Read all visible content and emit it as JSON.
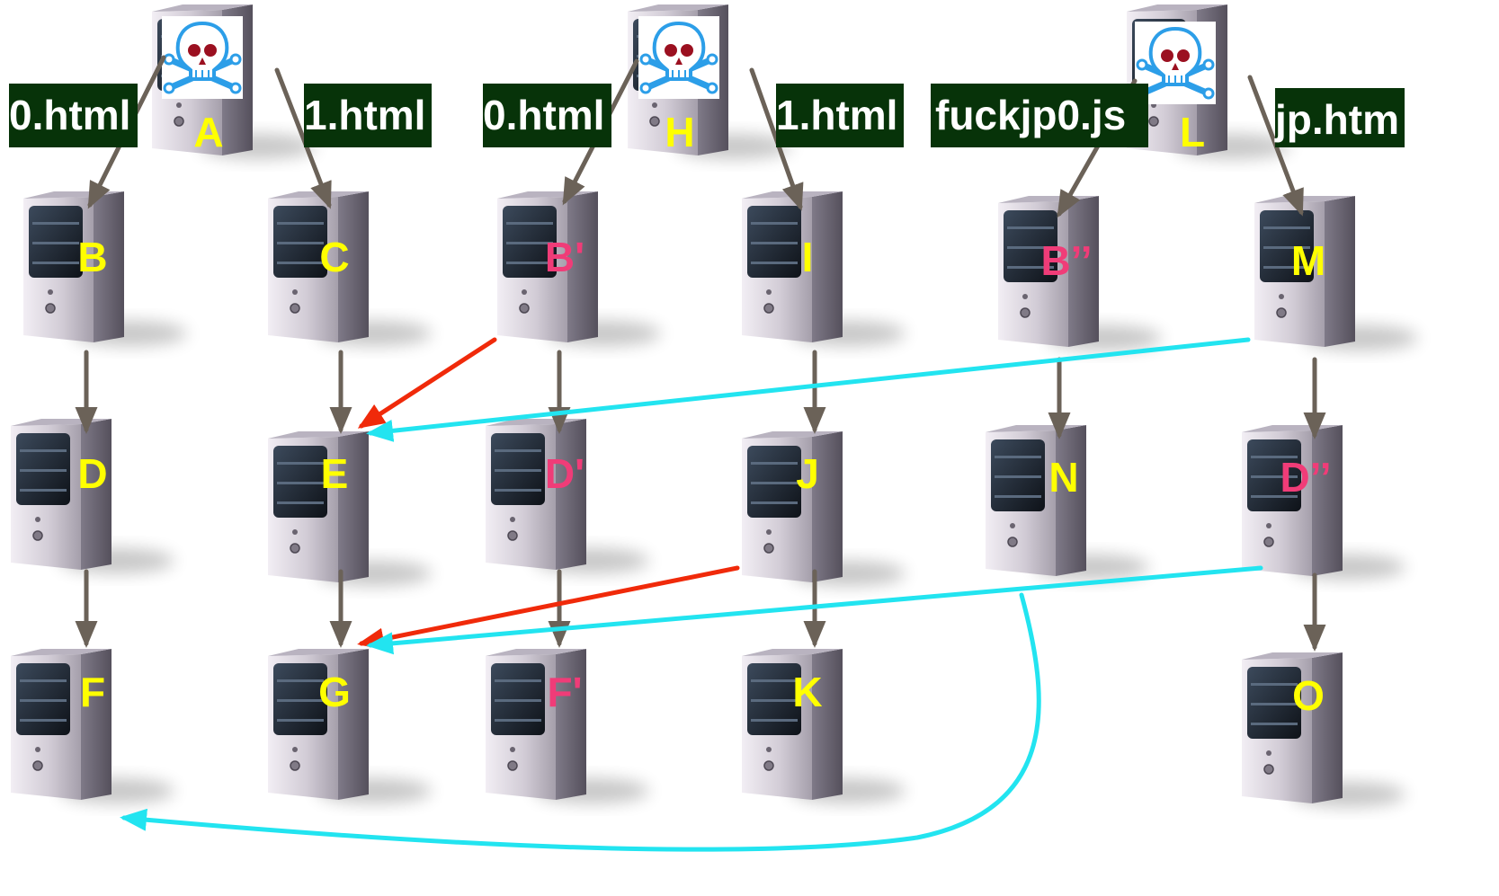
{
  "colors": {
    "label_bg": "#073309",
    "label_text": "#ffffff",
    "node_yellow": "#ffff00",
    "node_pink": "#f03c78",
    "arrow_gray": "#6b6258",
    "arrow_red": "#f02a0a",
    "arrow_cyan": "#22e4f0",
    "skull_blue": "#2c9ee8",
    "skull_red": "#9b1020"
  },
  "icons": {
    "server": "server-icon",
    "attacker": "skull-crossbones-icon"
  },
  "file_labels": [
    {
      "id": "label-0-html-a",
      "text": "0.html"
    },
    {
      "id": "label-1-html-a",
      "text": "1.html"
    },
    {
      "id": "label-0-html-h",
      "text": "0.html"
    },
    {
      "id": "label-1-html-h",
      "text": "1.html"
    },
    {
      "id": "label-fuckjp0-js",
      "text": "fuckjp0.js"
    },
    {
      "id": "label-jp-htm",
      "text": "jp.htm"
    }
  ],
  "nodes": [
    {
      "id": "A",
      "label": "A",
      "role": "attacker",
      "color": "yellow"
    },
    {
      "id": "H",
      "label": "H",
      "role": "attacker",
      "color": "yellow"
    },
    {
      "id": "L",
      "label": "L",
      "role": "attacker",
      "color": "yellow"
    },
    {
      "id": "B",
      "label": "B",
      "role": "server",
      "color": "yellow"
    },
    {
      "id": "C",
      "label": "C",
      "role": "server",
      "color": "yellow"
    },
    {
      "id": "B1",
      "label": "B'",
      "role": "server",
      "color": "pink"
    },
    {
      "id": "I",
      "label": "I",
      "role": "server",
      "color": "yellow"
    },
    {
      "id": "B2",
      "label": "B’’",
      "role": "server",
      "color": "pink"
    },
    {
      "id": "M",
      "label": "M",
      "role": "server",
      "color": "yellow"
    },
    {
      "id": "D",
      "label": "D",
      "role": "server",
      "color": "yellow"
    },
    {
      "id": "E",
      "label": "E",
      "role": "server",
      "color": "yellow"
    },
    {
      "id": "D1",
      "label": "D'",
      "role": "server",
      "color": "pink"
    },
    {
      "id": "J",
      "label": "J",
      "role": "server",
      "color": "yellow"
    },
    {
      "id": "N",
      "label": "N",
      "role": "server",
      "color": "yellow"
    },
    {
      "id": "D2",
      "label": "D’’",
      "role": "server",
      "color": "pink"
    },
    {
      "id": "F",
      "label": "F",
      "role": "server",
      "color": "yellow"
    },
    {
      "id": "G",
      "label": "G",
      "role": "server",
      "color": "yellow"
    },
    {
      "id": "F1",
      "label": "F'",
      "role": "server",
      "color": "pink"
    },
    {
      "id": "K",
      "label": "K",
      "role": "server",
      "color": "yellow"
    },
    {
      "id": "O",
      "label": "O",
      "role": "server",
      "color": "yellow"
    }
  ],
  "edges": [
    {
      "from": "A",
      "to": "B",
      "color": "gray"
    },
    {
      "from": "A",
      "to": "C",
      "color": "gray"
    },
    {
      "from": "H",
      "to": "B1",
      "color": "gray"
    },
    {
      "from": "H",
      "to": "I",
      "color": "gray"
    },
    {
      "from": "L",
      "to": "B2",
      "color": "gray"
    },
    {
      "from": "L",
      "to": "M",
      "color": "gray"
    },
    {
      "from": "B",
      "to": "D",
      "color": "gray"
    },
    {
      "from": "C",
      "to": "E",
      "color": "gray"
    },
    {
      "from": "B1",
      "to": "D1",
      "color": "gray"
    },
    {
      "from": "I",
      "to": "J",
      "color": "gray"
    },
    {
      "from": "B2",
      "to": "N",
      "color": "gray"
    },
    {
      "from": "M",
      "to": "D2",
      "color": "gray"
    },
    {
      "from": "D",
      "to": "F",
      "color": "gray"
    },
    {
      "from": "E",
      "to": "G",
      "color": "gray"
    },
    {
      "from": "D1",
      "to": "F1",
      "color": "gray"
    },
    {
      "from": "J",
      "to": "K",
      "color": "gray"
    },
    {
      "from": "D2",
      "to": "O",
      "color": "gray"
    },
    {
      "from": "B1",
      "to": "E",
      "color": "red"
    },
    {
      "from": "J",
      "to": "G",
      "color": "red"
    },
    {
      "from": "M",
      "to": "E",
      "color": "cyan"
    },
    {
      "from": "D2",
      "to": "G",
      "color": "cyan"
    },
    {
      "from": "D2",
      "to": "F",
      "color": "cyan"
    }
  ]
}
